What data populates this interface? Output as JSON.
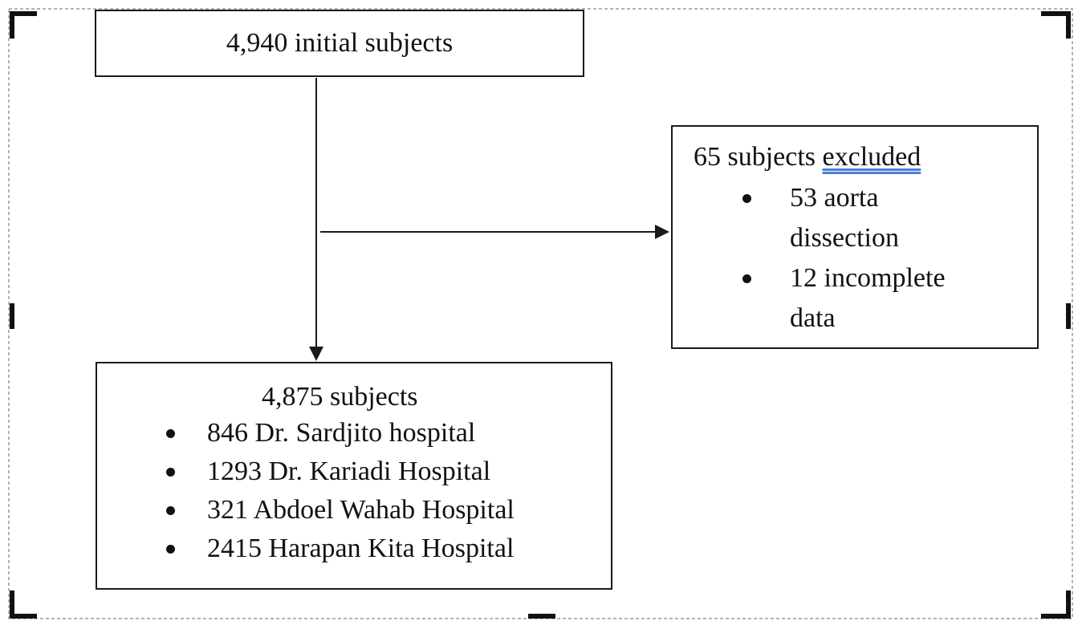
{
  "flowchart": {
    "initial": {
      "label": "4,940 initial subjects"
    },
    "excluded": {
      "count_label": "65 subjects ",
      "underlined_word": "excluded",
      "items": [
        {
          "label": "53 aorta dissection"
        },
        {
          "label": "12 incomplete data"
        }
      ]
    },
    "final": {
      "label": "4,875 subjects",
      "items": [
        {
          "label": "846 Dr. Sardjito hospital"
        },
        {
          "label": "1293 Dr. Kariadi Hospital"
        },
        {
          "label": "321 Abdoel Wahab Hospital"
        },
        {
          "label": "2415 Harapan Kita Hospital"
        }
      ]
    }
  },
  "colors": {
    "border": "#1a1a1a",
    "spellcheck_underline": "#4a7fd4",
    "frame_dashes": "#9a9a9a"
  }
}
